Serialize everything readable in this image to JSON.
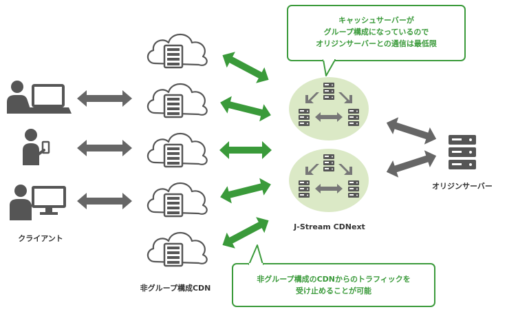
{
  "labels": {
    "client": "クライアント",
    "non_group_cdn": "非グループ構成CDN",
    "jstream": "J-Stream CDNext",
    "origin": "オリジンサーバー"
  },
  "callout_top": {
    "line1": "キャッシュサーバーが",
    "line2": "グループ構成になっているので",
    "line3": "オリジンサーバーとの通信は最低限"
  },
  "callout_bottom": {
    "line1": "非グループ構成のCDNからのトラフィックを",
    "line2": "受け止めることが可能"
  },
  "colors": {
    "green": "#3a9a3a",
    "gray_arrow": "#666666",
    "icon": "#555555",
    "cluster_bg": "#dbe9c6"
  },
  "icons": {
    "client_devices": [
      "laptop-user-icon",
      "smartphone-user-icon",
      "desktop-user-icon"
    ],
    "cdn_node": "cloud-server-icon",
    "cluster": "server-cluster-icon",
    "origin": "server-rack-icon"
  }
}
